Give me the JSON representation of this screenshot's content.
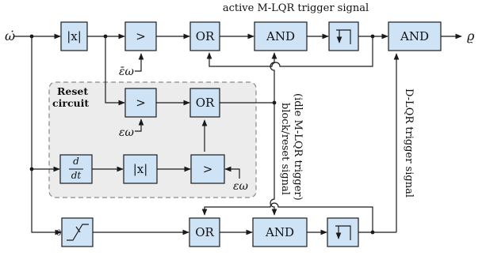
{
  "input_label": "ω̇",
  "output_label": "ϱ",
  "blocks": {
    "abs": "|x|",
    "gt": ">",
    "or": "OR",
    "and": "AND",
    "ddt_num": "d",
    "ddt_den": "dt",
    "sat_zero": "0"
  },
  "thresholds": {
    "upper": "ε̄ω",
    "lower": "εω",
    "lower2": "εω"
  },
  "reset_box": {
    "line1": "Reset",
    "line2": "circuit"
  },
  "signals": {
    "active": "active M-LQR trigger signal",
    "block_reset_1": "block/reset signal",
    "block_reset_2": "(idle M-LQR trigger)",
    "dlqr": "D-LQR trigger signal"
  },
  "colors": {
    "block_fill": "#cfe3f7",
    "reset_fill": "#ececec",
    "line": "#1a1a1a"
  }
}
